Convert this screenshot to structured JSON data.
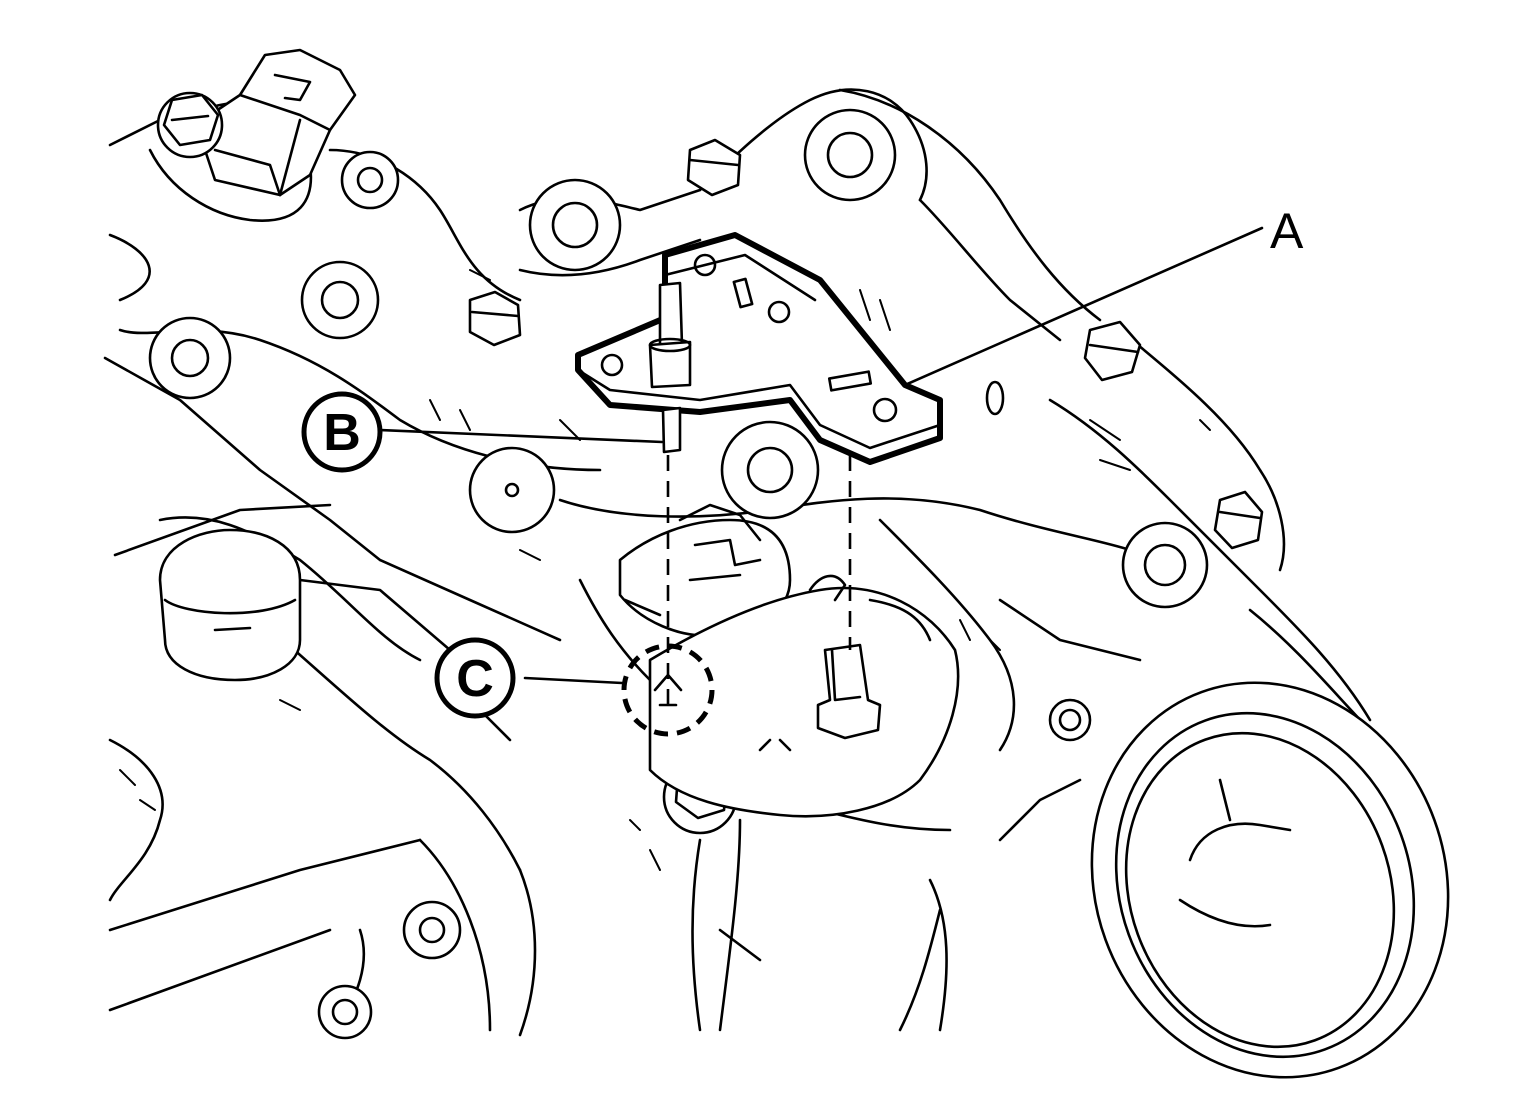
{
  "diagram": {
    "callouts": [
      {
        "id": "A",
        "label": "A",
        "style": "plain"
      },
      {
        "id": "B",
        "label": "B",
        "style": "circled"
      },
      {
        "id": "C",
        "label": "C",
        "style": "circled"
      }
    ]
  }
}
